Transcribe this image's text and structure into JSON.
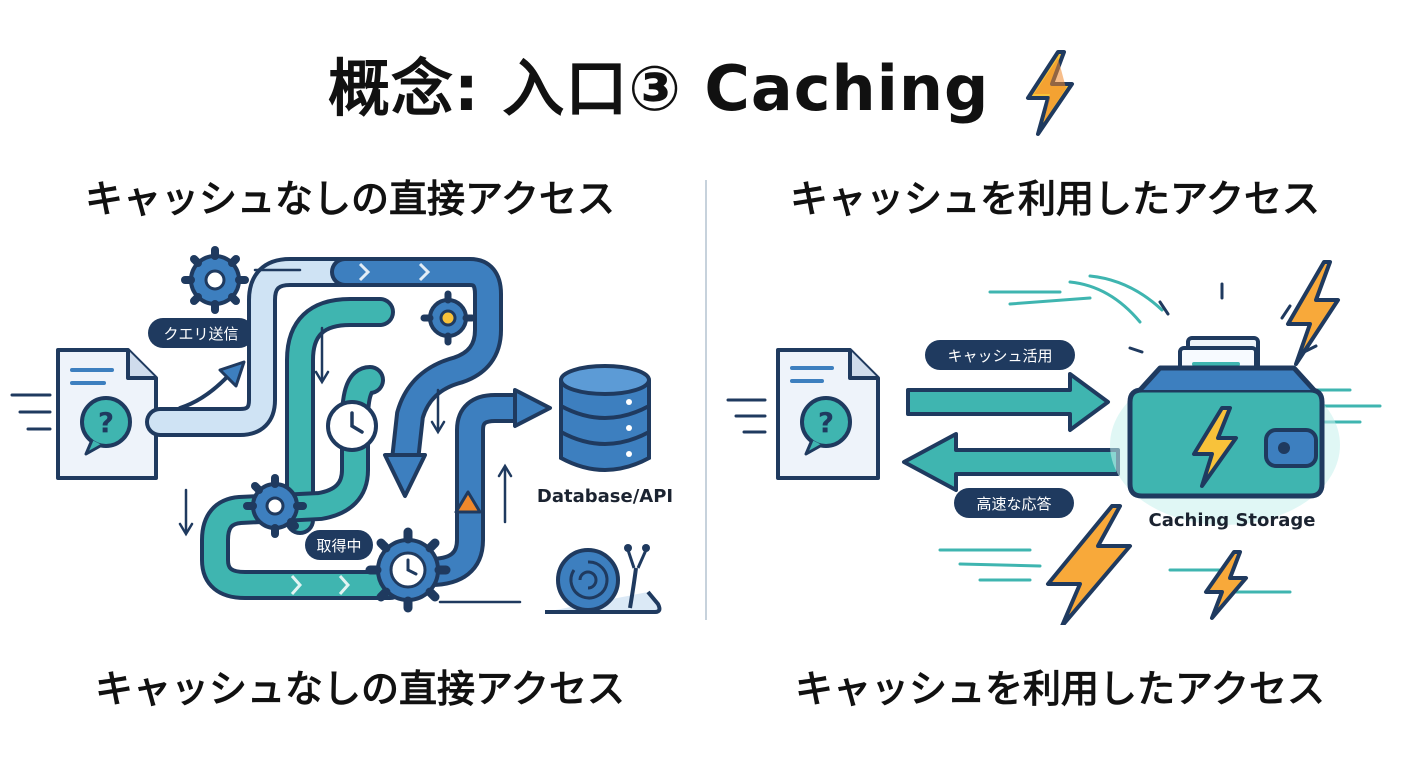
{
  "title": "概念: 入口③ Caching",
  "left_panel": {
    "heading_top": "キャッシュなしの直接アクセス",
    "heading_bottom": "キャッシュなしの直接アクセス",
    "badge_query": "クエリ送信",
    "badge_fetching": "取得中",
    "database_label": "Database/API"
  },
  "right_panel": {
    "heading_top": "キャッシュを利用したアクセス",
    "heading_bottom": "キャッシュを利用したアクセス",
    "badge_cache_use": "キャッシュ活用",
    "badge_fast_response": "高速な応答",
    "storage_label": "Caching Storage"
  },
  "colors": {
    "navy": "#1f3a5f",
    "teal": "#3fb5b0",
    "blue": "#3d7fbf",
    "light_blue": "#dbe9f6",
    "orange": "#f0882b",
    "yellow": "#f8c23a"
  }
}
